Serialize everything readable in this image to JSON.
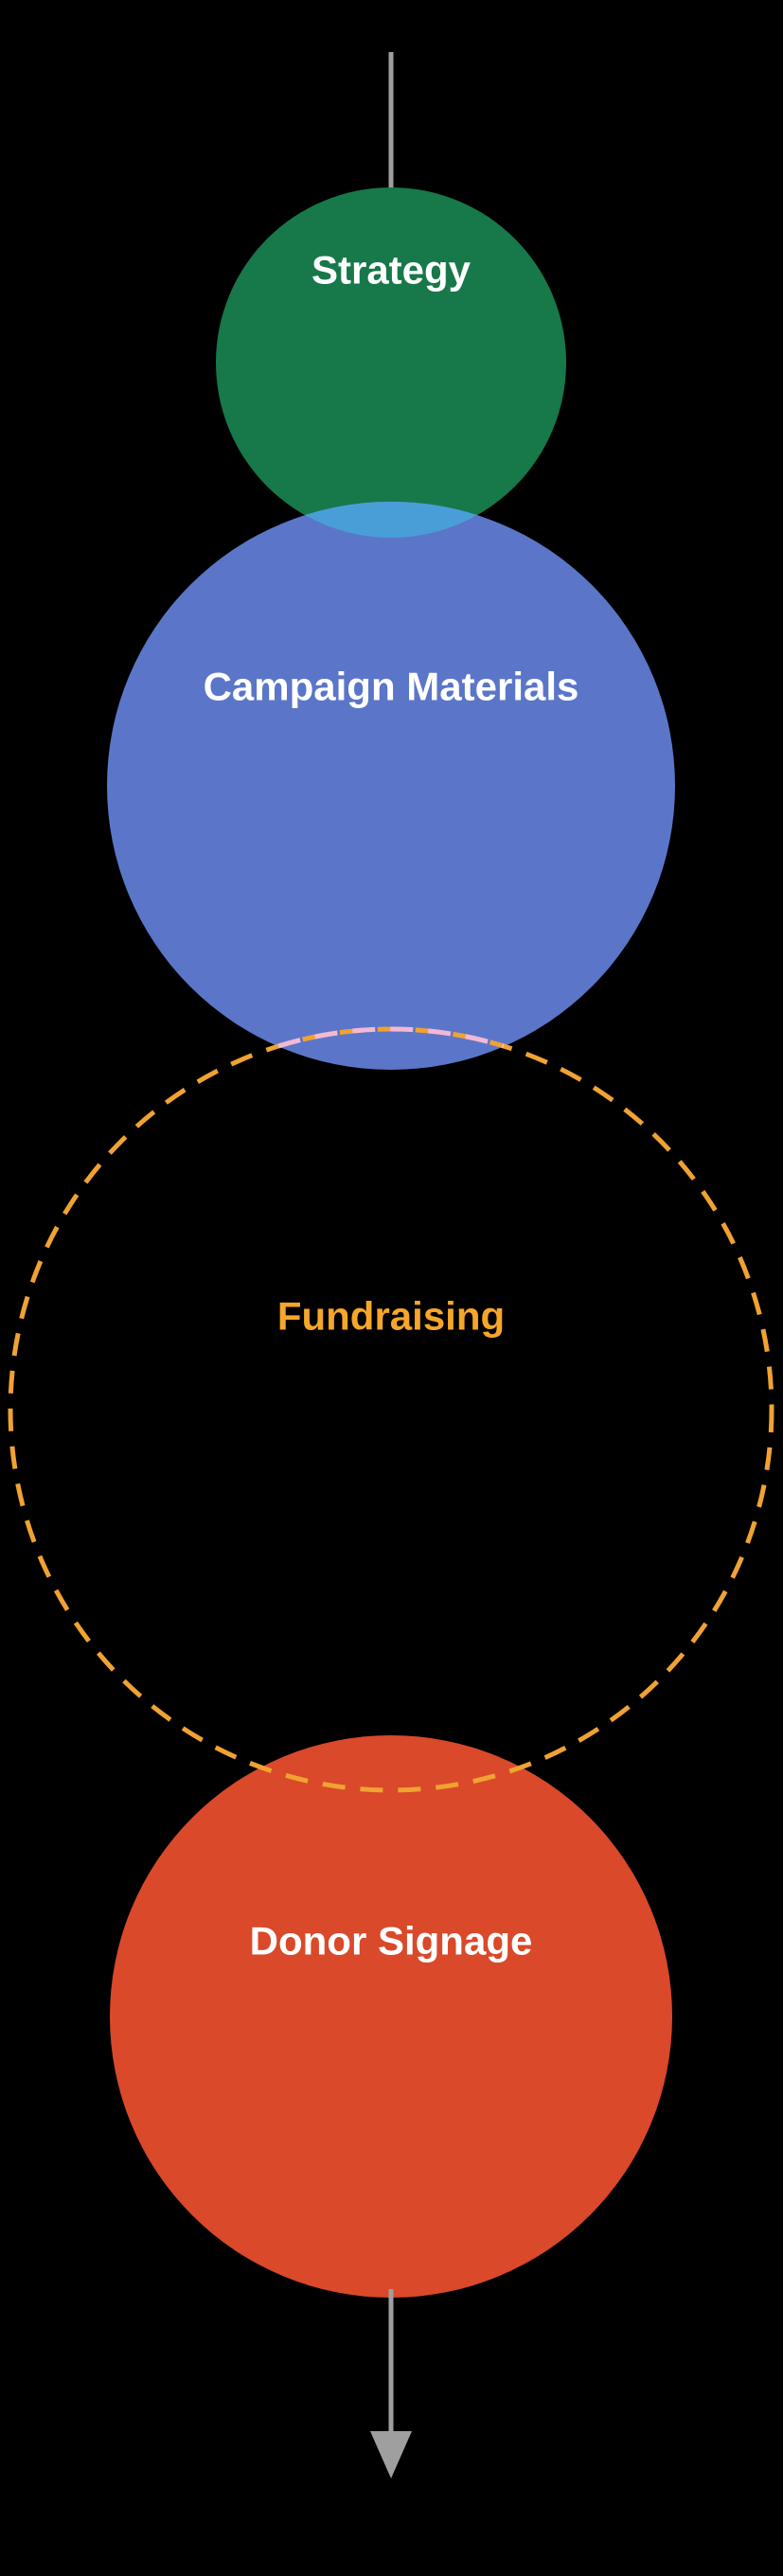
{
  "diagram": {
    "background_color": "#000000",
    "connector_color": "#9f9f9f",
    "nodes": {
      "strategy": {
        "label": "Strategy",
        "fill": "#17784a",
        "text_color": "#ffffff",
        "shape": "filled-circle"
      },
      "campaign_materials": {
        "label": "Campaign Materials",
        "fill": "#5b76c8",
        "text_color": "#ffffff",
        "shape": "filled-circle"
      },
      "fundraising": {
        "label": "Fundraising",
        "stroke": "#f0a232",
        "text_color": "#f5a62b",
        "shape": "dashed-outline-circle"
      },
      "donor_signage": {
        "label": "Donor Signage",
        "fill": "#d9492a",
        "text_color": "#ffffff",
        "shape": "filled-circle"
      }
    },
    "overlaps": {
      "strategy_campaign_fill": "#4a9ed8",
      "campaign_fundraising_dash": "#f3b8d4"
    }
  }
}
